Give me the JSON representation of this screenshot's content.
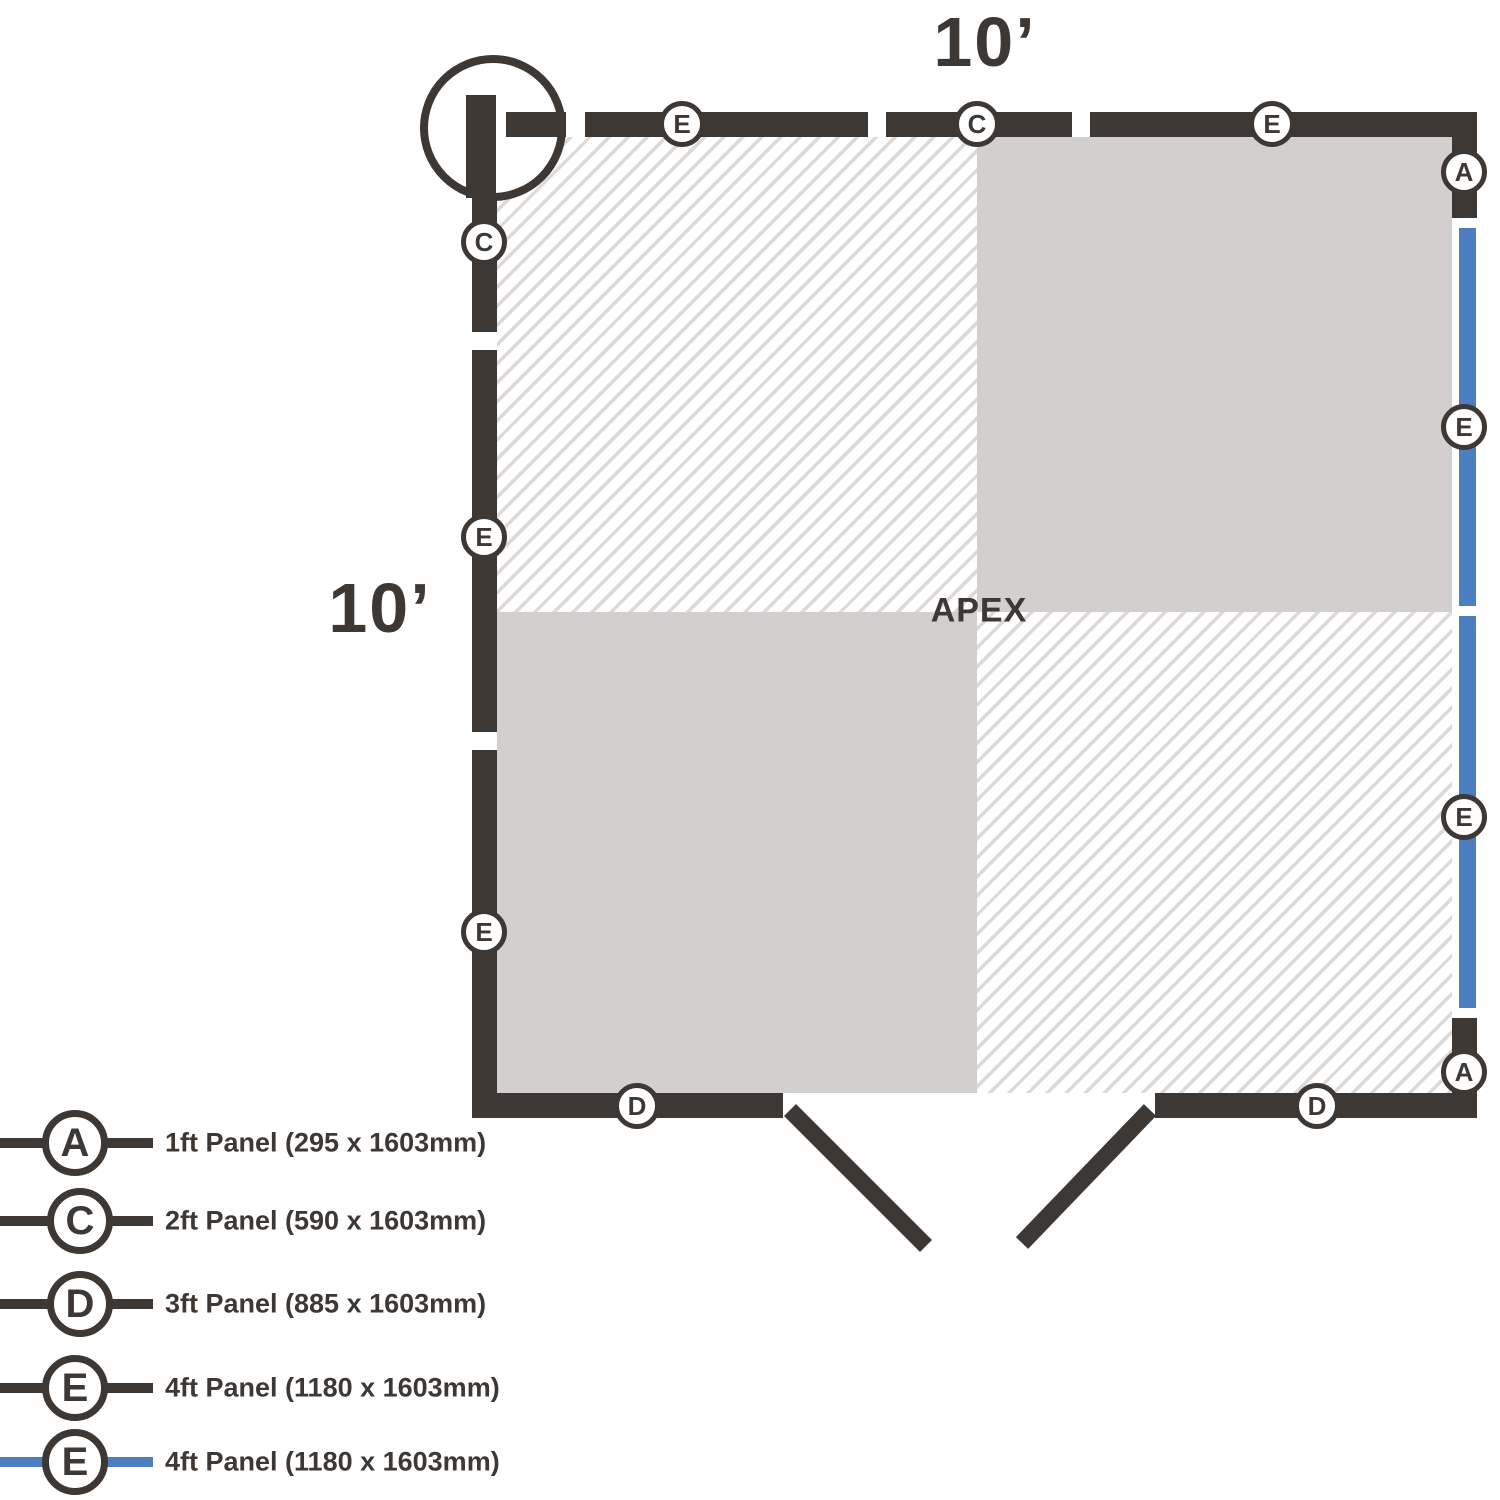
{
  "diagram": {
    "top_dimension": "10’",
    "left_dimension": "10’",
    "center_label": "APEX",
    "badges": {
      "top": [
        "E",
        "C",
        "E"
      ],
      "left": [
        "C",
        "E",
        "E"
      ],
      "right": [
        "A",
        "E",
        "E",
        "A"
      ],
      "bottom": [
        "D",
        "D"
      ]
    }
  },
  "legend": {
    "items": [
      {
        "letter": "A",
        "label": "1ft Panel (295 x 1603mm)",
        "line_color": "#3e3835"
      },
      {
        "letter": "C",
        "label": "2ft Panel (590 x 1603mm)",
        "line_color": "#3e3835"
      },
      {
        "letter": "D",
        "label": "3ft Panel (885 x 1603mm)",
        "line_color": "#3e3835"
      },
      {
        "letter": "E",
        "label": "4ft Panel (1180 x 1603mm)",
        "line_color": "#3e3835"
      },
      {
        "letter": "E",
        "label": "4ft Panel (1180 x 1603mm)",
        "line_color": "#4d7fc0"
      }
    ]
  },
  "colors": {
    "wall": "#3e3835",
    "panel_gray": "#d2cfce",
    "hatch_line": "#dcd9d8",
    "blue_panel": "#4d7fc0",
    "background": "#ffffff"
  }
}
